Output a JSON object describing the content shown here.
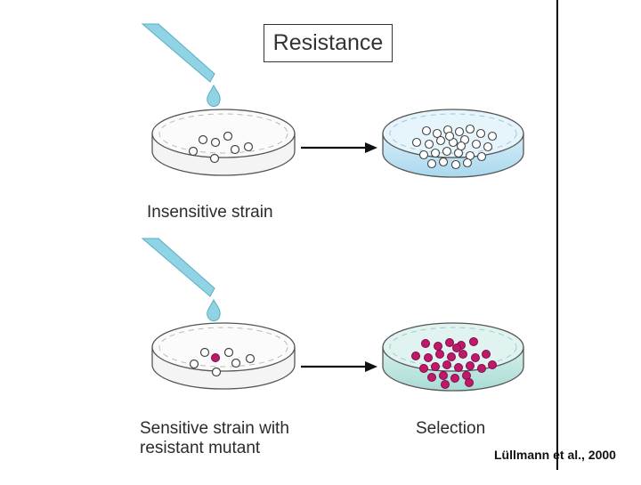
{
  "title": "Resistance",
  "rows": [
    {
      "left_label": "Insensitive strain",
      "right_label": ""
    },
    {
      "left_label_line1": "Sensitive strain with",
      "left_label_line2": "resistant mutant",
      "right_label": "Selection"
    }
  ],
  "citation": "Lüllmann et al., 2000",
  "colors": {
    "pipette": "#8fd3e4",
    "drop": "#8fd3e4",
    "medium_top": "#bfe2f2",
    "medium_bottom": "#c4e6e2",
    "resistant_colony": "#c2186b",
    "outline": "#444444"
  }
}
